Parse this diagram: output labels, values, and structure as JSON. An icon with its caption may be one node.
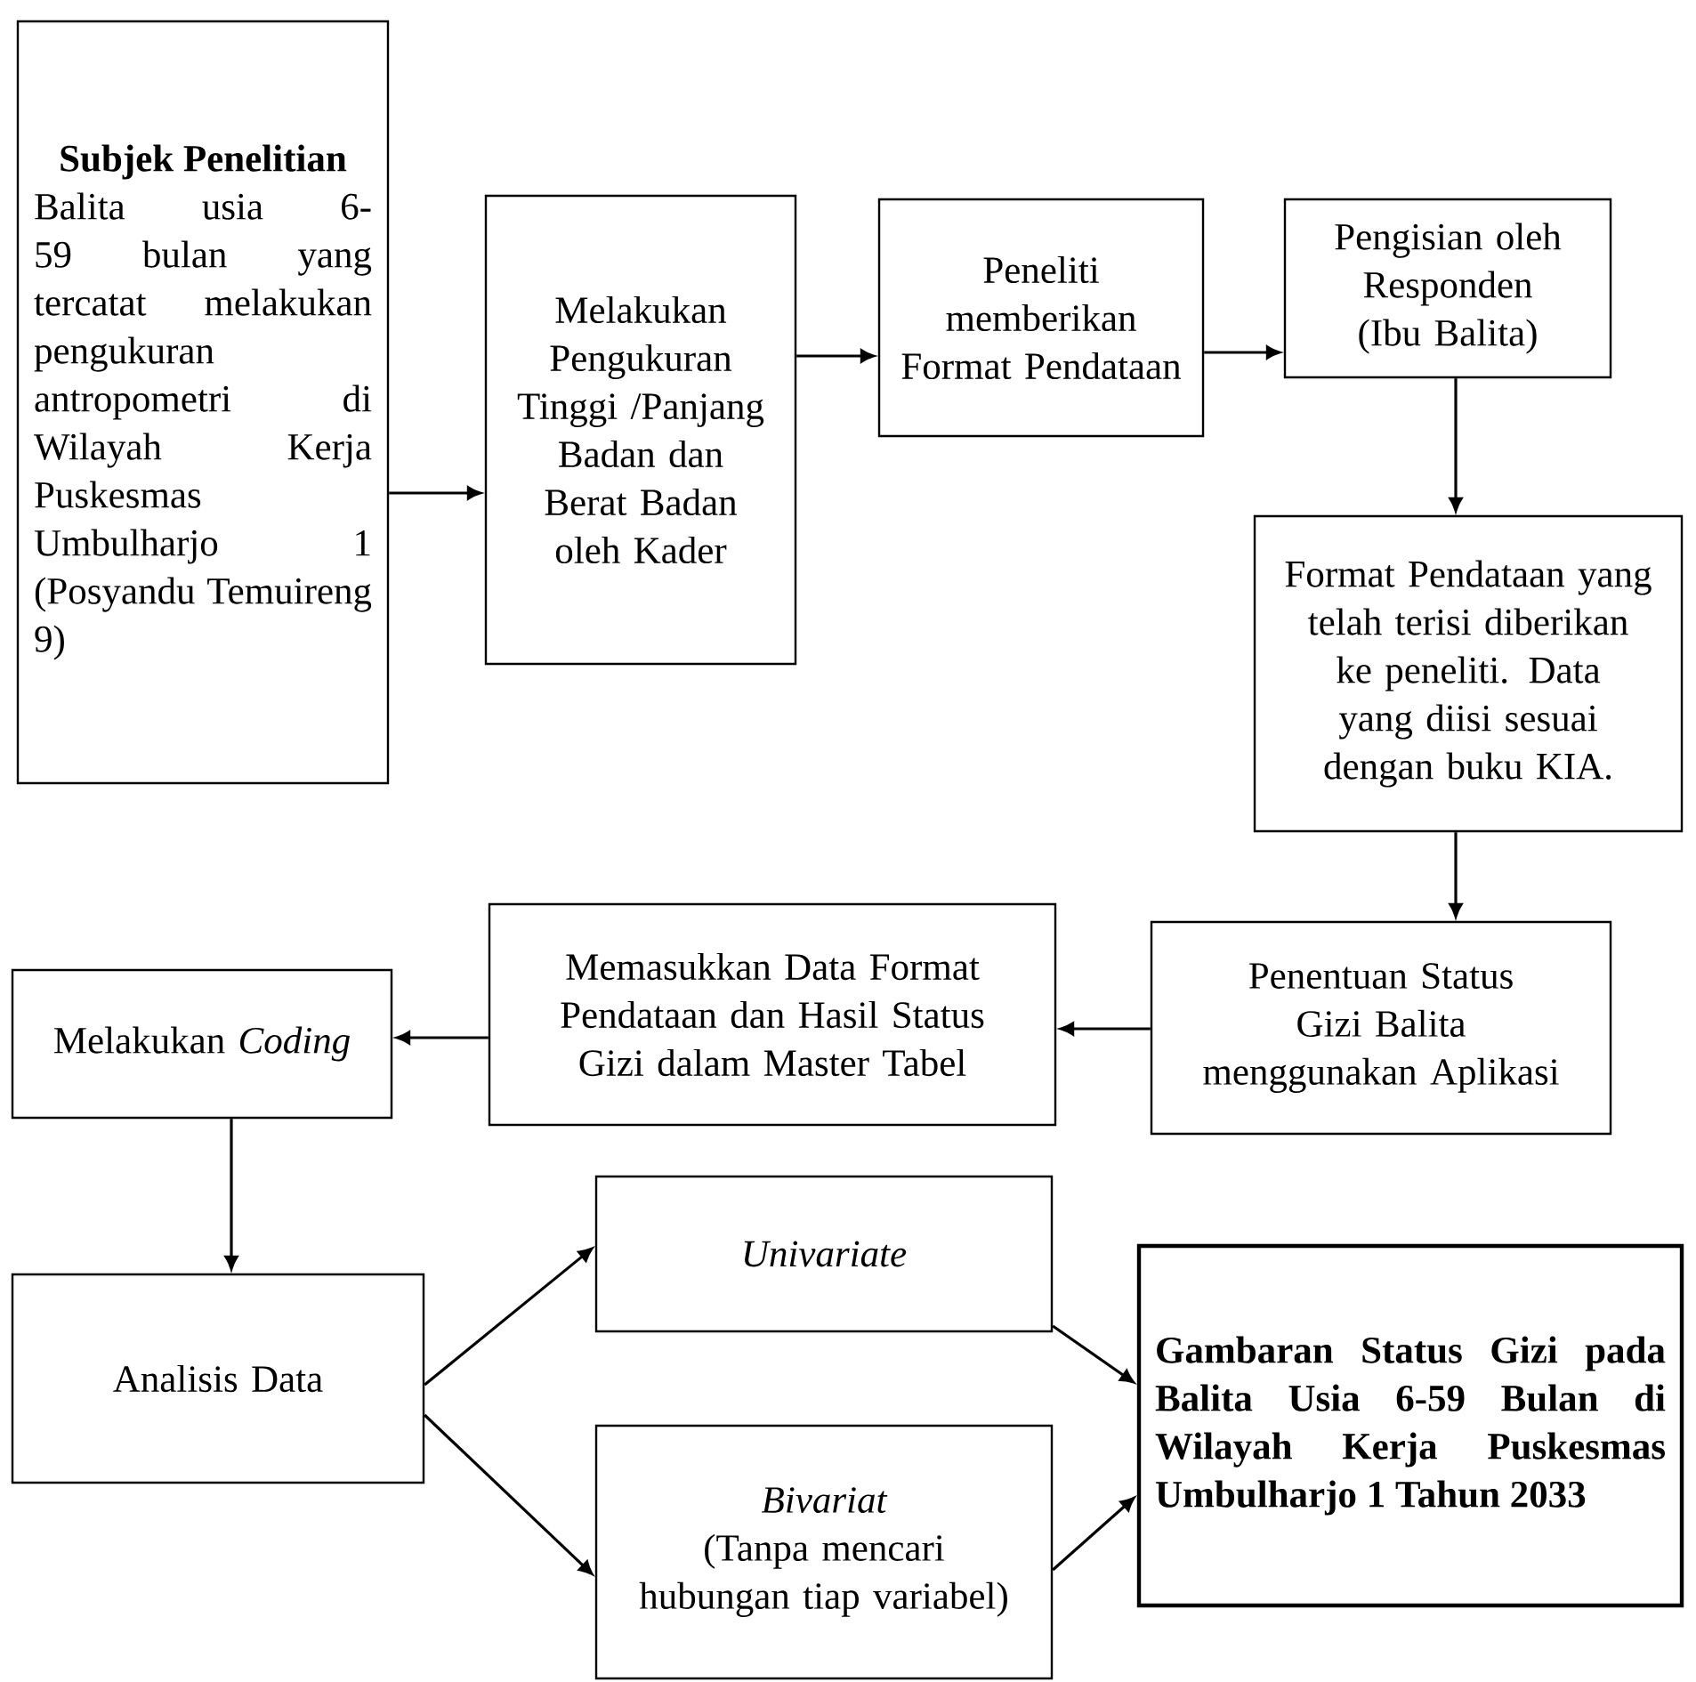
{
  "diagram": {
    "nodes": [
      {
        "text": [
          "Subjek Penelitian",
          "Balita usia 6-59 bulan yang tercatat melakukan pengukuran antropometri di Wilayah Kerja Puskesmas Umbulharjo 1 (Posyandu Temuireng 9)"
        ]
      },
      {
        "text": [
          "Melakukan Pengukuran Tinggi /Panjang Badan dan Berat Badan oleh Kader"
        ]
      },
      {
        "text": [
          "Peneliti memberikan Format Pendataan"
        ]
      },
      {
        "text": [
          "Pengisian oleh Responden (Ibu Balita)"
        ]
      },
      {
        "text": [
          "Format Pendataan yang telah terisi diberikan ke peneliti. Data yang diisi sesuai dengan buku KIA."
        ]
      },
      {
        "text": [
          "Penentuan Status Gizi Balita menggunakan Aplikasi"
        ]
      },
      {
        "text": [
          "Memasukkan Data Format Pendataan dan Hasil Status Gizi dalam Master Tabel"
        ]
      },
      {
        "text": [
          "Melakukan *Coding*"
        ]
      },
      {
        "text": [
          "Analisis Data"
        ]
      },
      {
        "text": [
          "Univariate"
        ]
      },
      {
        "text": [
          "Bivariat",
          "(Tanpa mencari hubungan tiap variabel)"
        ]
      },
      {
        "text": [
          "Gambaran Status Gizi pada Balita Usia 6-59 Bulan di Wilayah Kerja Puskesmas Umbulharjo 1 Tahun 2033"
        ]
      }
    ],
    "edges": [
      {
        "from": 0,
        "to": 1,
        "arrow": "to"
      },
      {
        "from": 1,
        "to": 2,
        "arrow": "to"
      },
      {
        "from": 2,
        "to": 3,
        "arrow": "to"
      },
      {
        "from": 3,
        "to": 4,
        "arrow": "to"
      },
      {
        "from": 4,
        "to": 5,
        "arrow": "to"
      },
      {
        "from": 5,
        "to": 6,
        "arrow": "to"
      },
      {
        "from": 6,
        "to": 7,
        "arrow": "to"
      },
      {
        "from": 7,
        "to": 8,
        "arrow": "to"
      },
      {
        "from": 8,
        "to": 9,
        "arrow": "to"
      },
      {
        "from": 8,
        "to": 10,
        "arrow": "to"
      },
      {
        "from": 9,
        "to": 11,
        "arrow": "to"
      },
      {
        "from": 10,
        "to": 11,
        "arrow": "to"
      }
    ]
  }
}
